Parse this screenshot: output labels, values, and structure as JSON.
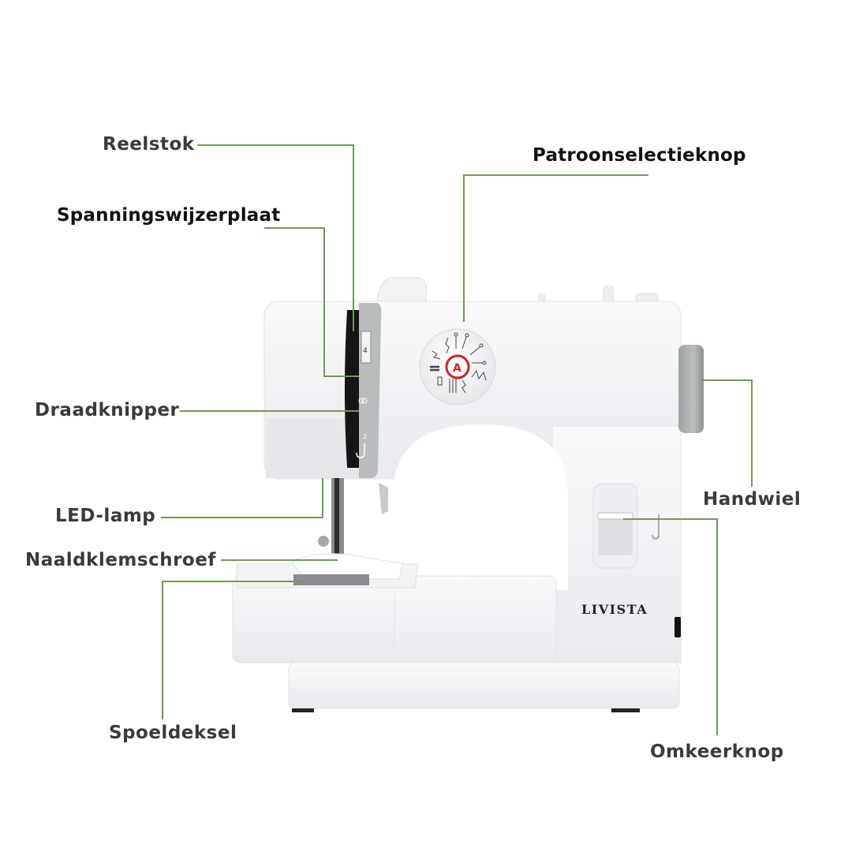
{
  "diagram": {
    "subject": "Sewing machine parts",
    "brand_text": "LIVISTA",
    "line_color": "#6f9a57",
    "labels": [
      {
        "id": "reelstok",
        "text": "Reelstok"
      },
      {
        "id": "spanningswijzerplaat",
        "text": "Spanningswijzerplaat"
      },
      {
        "id": "draadknipper",
        "text": "Draadknipper"
      },
      {
        "id": "led-lamp",
        "text": "LED-lamp"
      },
      {
        "id": "naaldklemschroef",
        "text": "Naaldklemschroef"
      },
      {
        "id": "spoeldeksel",
        "text": "Spoeldeksel"
      },
      {
        "id": "patroonselectieknop",
        "text": "Patroonselectieknop"
      },
      {
        "id": "handwiel",
        "text": "Handwiel"
      },
      {
        "id": "omkeerknop",
        "text": "Omkeerknop"
      }
    ],
    "machine_markings": {
      "tension_number": "4",
      "lower_number": "2",
      "dial_selected_symbol": "A"
    }
  }
}
